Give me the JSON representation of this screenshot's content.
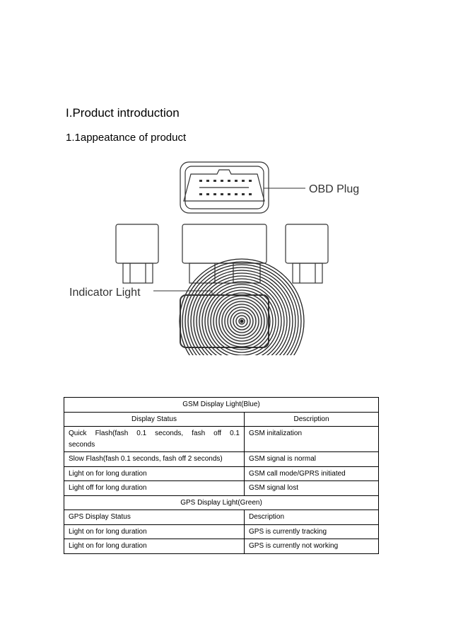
{
  "document": {
    "heading": "I.Product introduction",
    "subheading": "1.1appeatance of product"
  },
  "figure": {
    "obd_label": "OBD Plug",
    "indicator_label": "Indicator Light"
  },
  "table": {
    "gsm_title": "GSM Display Light(Blue)",
    "gsm_columns": [
      "Display Status",
      "Description"
    ],
    "gsm_rows": [
      {
        "status_line1": "Quick Flash(fash 0.1 seconds, fash off 0.1",
        "status_line2": "seconds",
        "desc": "GSM initalization"
      },
      {
        "status": "Slow Flash(fash 0.1 seconds, fash off 2 seconds)",
        "desc": "GSM signal is normal"
      },
      {
        "status": "Light on for long duration",
        "desc": "GSM call mode/GPRS initiated"
      },
      {
        "status": "Light off for long duration",
        "desc": "GSM signal lost"
      }
    ],
    "gps_title": "GPS Display Light(Green)",
    "gps_columns": [
      "GPS Display Status",
      "Description"
    ],
    "gps_rows": [
      {
        "status": "Light on for long duration",
        "desc": "GPS is currently tracking"
      },
      {
        "status": "Light on for long duration",
        "desc": "GPS is currently not working"
      }
    ]
  }
}
